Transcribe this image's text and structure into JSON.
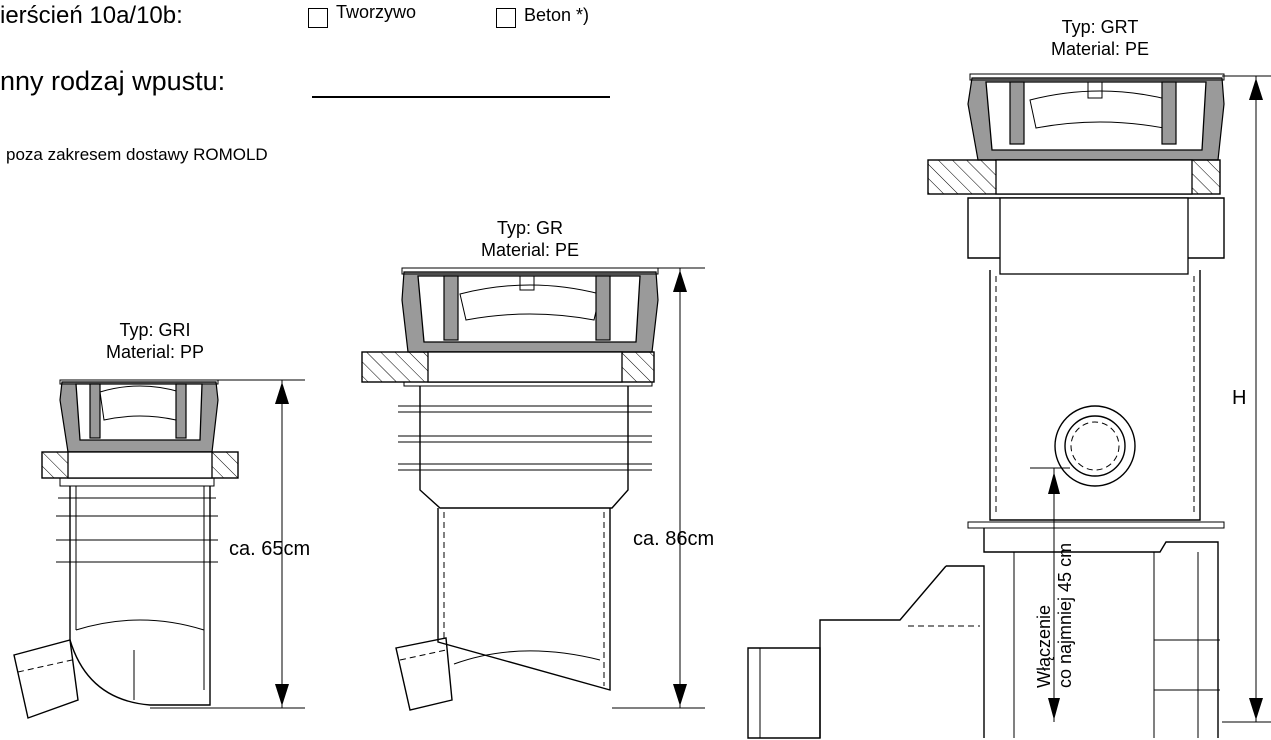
{
  "header": {
    "ring_label": "ierścień 10a/10b:",
    "option_plastic": "Tworzywo",
    "option_concrete": "Beton *)",
    "other_inlet_label": "nny  rodzaj  wpustu:",
    "footnote": "poza zakresem dostawy ROMOLD"
  },
  "models": [
    {
      "type": "Typ: GRI",
      "material": "Material: PP",
      "height": "ca. 65cm"
    },
    {
      "type": "Typ: GR",
      "material": "Material: PE",
      "height": "ca. 86cm"
    },
    {
      "type": "Typ: GRT",
      "material": "Material: PE",
      "height": "H",
      "inlet_line1": "Włączenie",
      "inlet_line2": "co najmniej 45 cm"
    }
  ],
  "colors": {
    "line": "#000000",
    "part_gray": "#9a9a9a",
    "background": "#ffffff"
  }
}
